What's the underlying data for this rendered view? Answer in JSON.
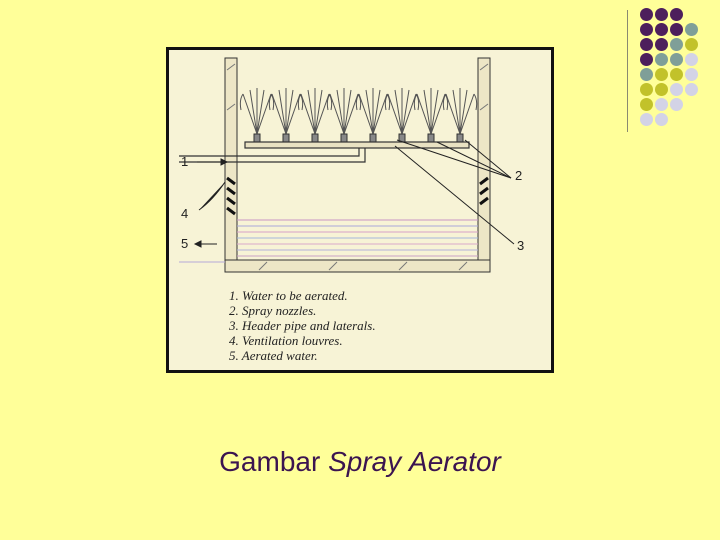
{
  "colors": {
    "background": "#ffff99",
    "dot_purple": "#4d1f5c",
    "dot_teal": "#7f9f98",
    "dot_olive": "#c2c22a",
    "dot_lavender": "#d3d3e6",
    "caption": "#3b1450"
  },
  "dots": [
    [
      "purple",
      "purple",
      "purple",
      null
    ],
    [
      "purple",
      "purple",
      "purple",
      "teal"
    ],
    [
      "purple",
      "purple",
      "teal",
      "olive"
    ],
    [
      "purple",
      "teal",
      "teal",
      "lavender"
    ],
    [
      "teal",
      "olive",
      "olive",
      "lavender"
    ],
    [
      "olive",
      "olive",
      "lavender",
      "lavender"
    ],
    [
      "olive",
      "lavender",
      "lavender",
      null
    ],
    [
      "lavender",
      "lavender",
      null,
      null
    ]
  ],
  "diagram": {
    "callouts": [
      "1",
      "2",
      "3",
      "4",
      "5"
    ],
    "legend": [
      "1.  Water to be aerated.",
      "2.  Spray nozzles.",
      "3.  Header pipe and laterals.",
      "4.  Ventilation louvres.",
      "5.  Aerated water."
    ]
  },
  "caption": {
    "word1": "Gambar",
    "word2": "Spray",
    "word3": "Aerator"
  }
}
